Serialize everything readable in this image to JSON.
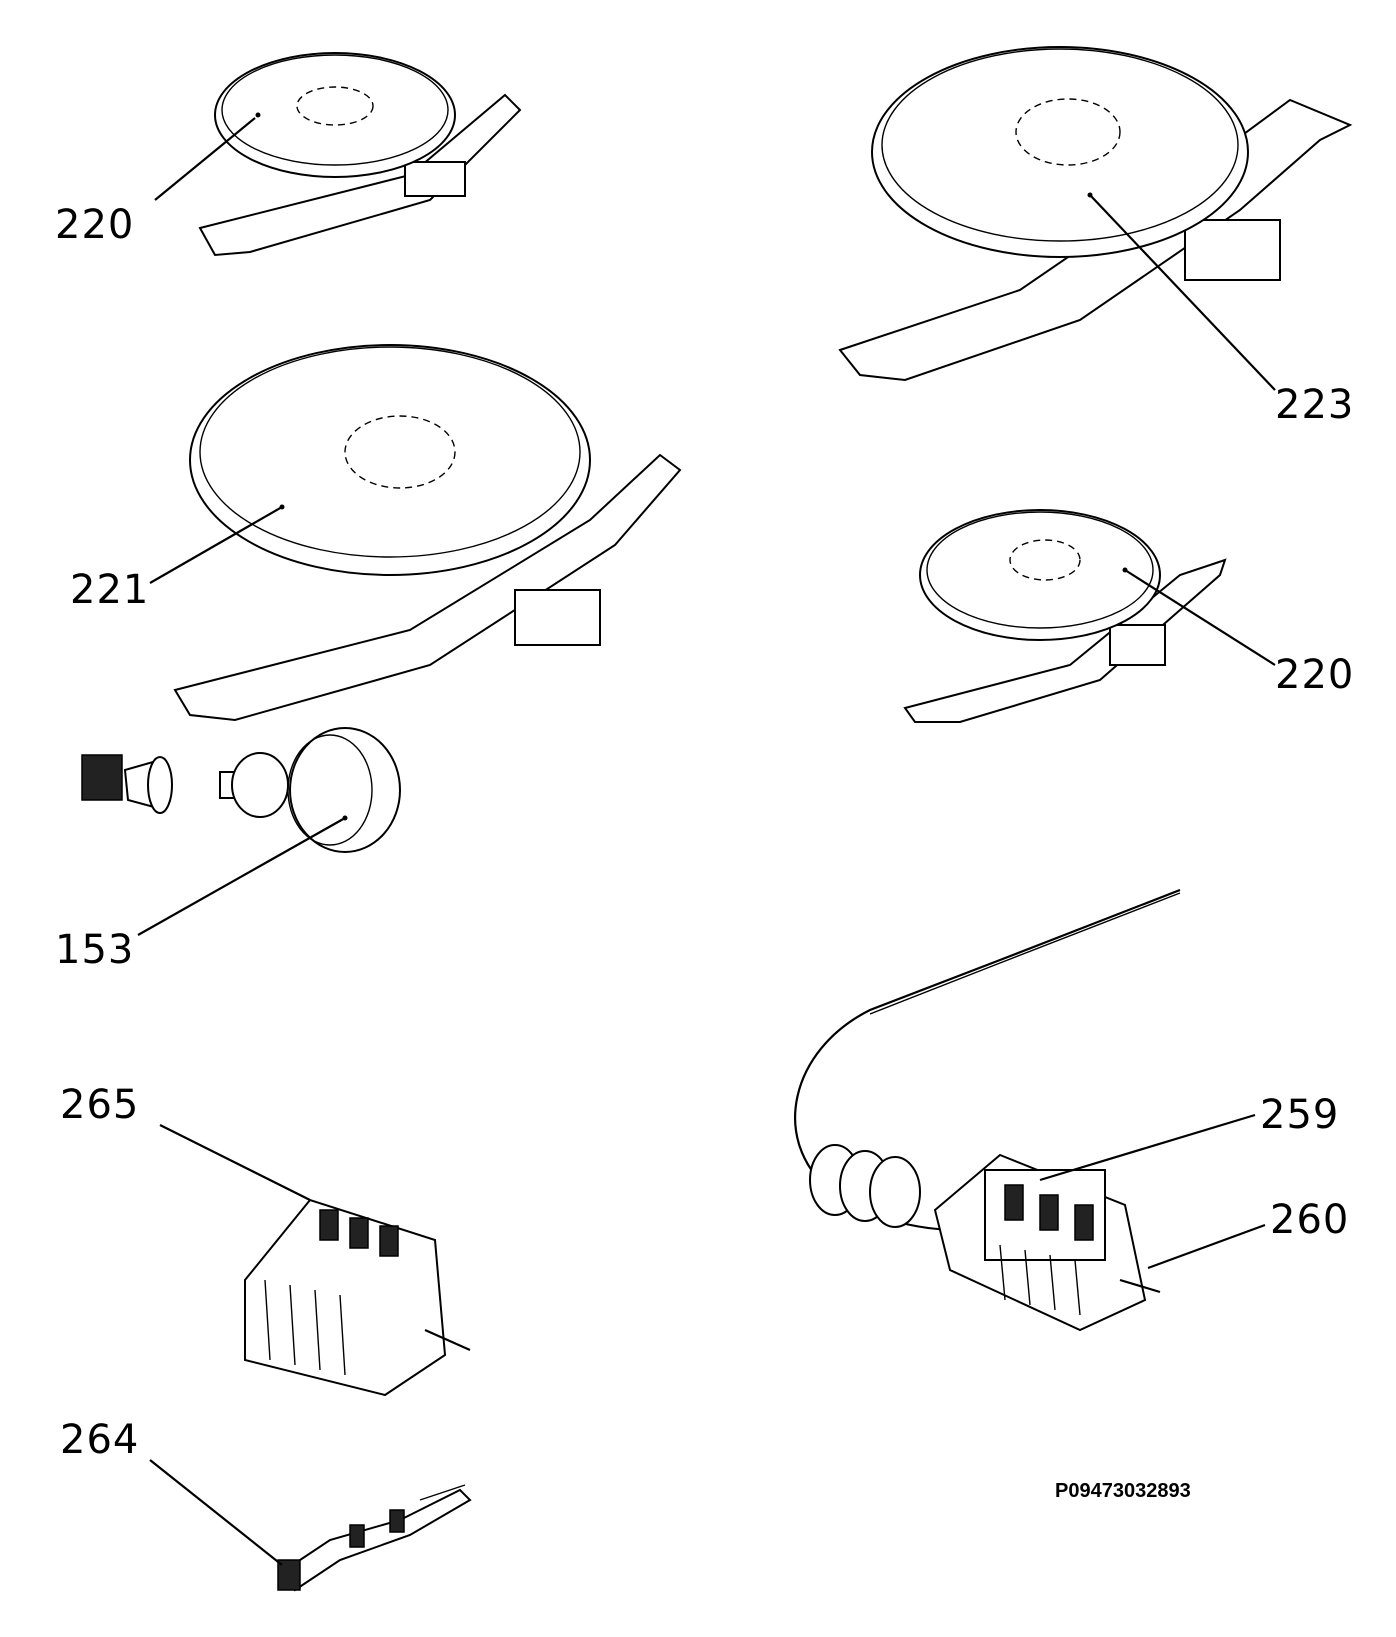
{
  "callouts": {
    "hotplate_small_top": "220",
    "hotplate_large_right": "223",
    "hotplate_large_left": "221",
    "hotplate_small_right": "220",
    "lamp": "153",
    "switch_left": "265",
    "switch_right_a": "259",
    "switch_right_b": "260",
    "connector": "264"
  },
  "reference_code": "P09473032893"
}
